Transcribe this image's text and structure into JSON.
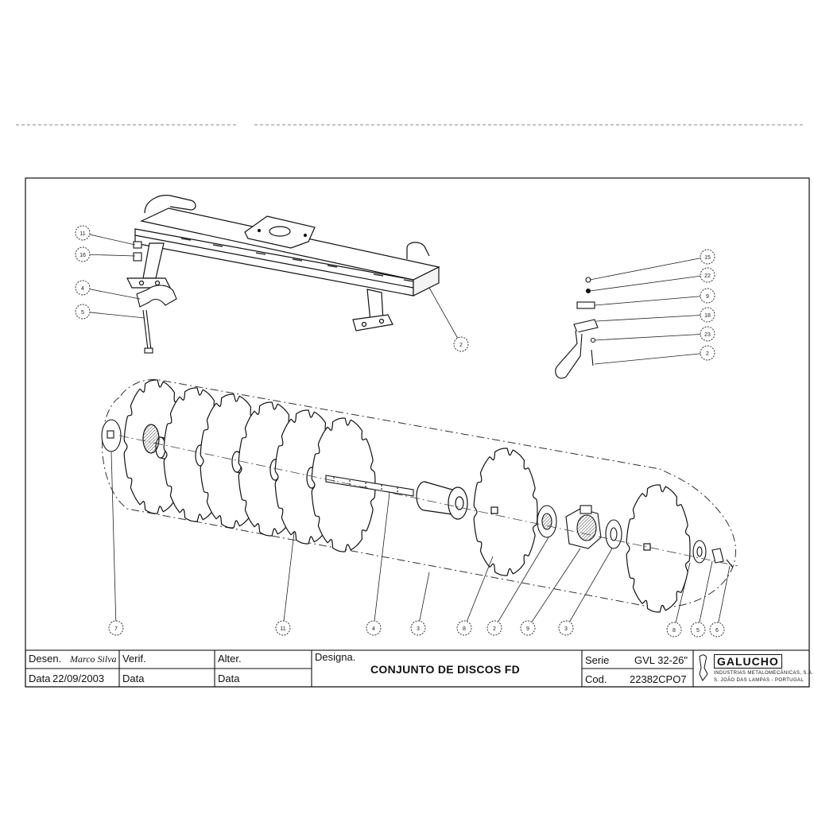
{
  "title_block": {
    "desen_label": "Desen.",
    "desen_signature": "Marco Silva",
    "verif_label": "Verif.",
    "alter_label": "Alter.",
    "designa_label": "Designa.",
    "title": "CONJUNTO DE DISCOS FD",
    "data_label": "Data",
    "data_value": "22/09/2003",
    "data2_label": "Data",
    "data3_label": "Data",
    "serie_label": "Serie",
    "serie_value": "GVL 32-26\"",
    "cod_label": "Cod.",
    "cod_value": "22382CPO7",
    "brand": "GALUCHO",
    "company_line1": "INDÚSTRIAS METALOMECÂNICAS, S.A.",
    "company_line2": "S. JOÃO DAS LAMPAS - PORTUGAL"
  },
  "callouts_top_left": [
    "11",
    "16",
    "4",
    "5"
  ],
  "callouts_frame": [
    "2"
  ],
  "callouts_right": [
    "15",
    "22",
    "9",
    "18",
    "23",
    "2"
  ],
  "callouts_bottom": [
    "7",
    "11",
    "4",
    "3",
    "8",
    "2",
    "9",
    "3",
    "8",
    "5",
    "6"
  ]
}
